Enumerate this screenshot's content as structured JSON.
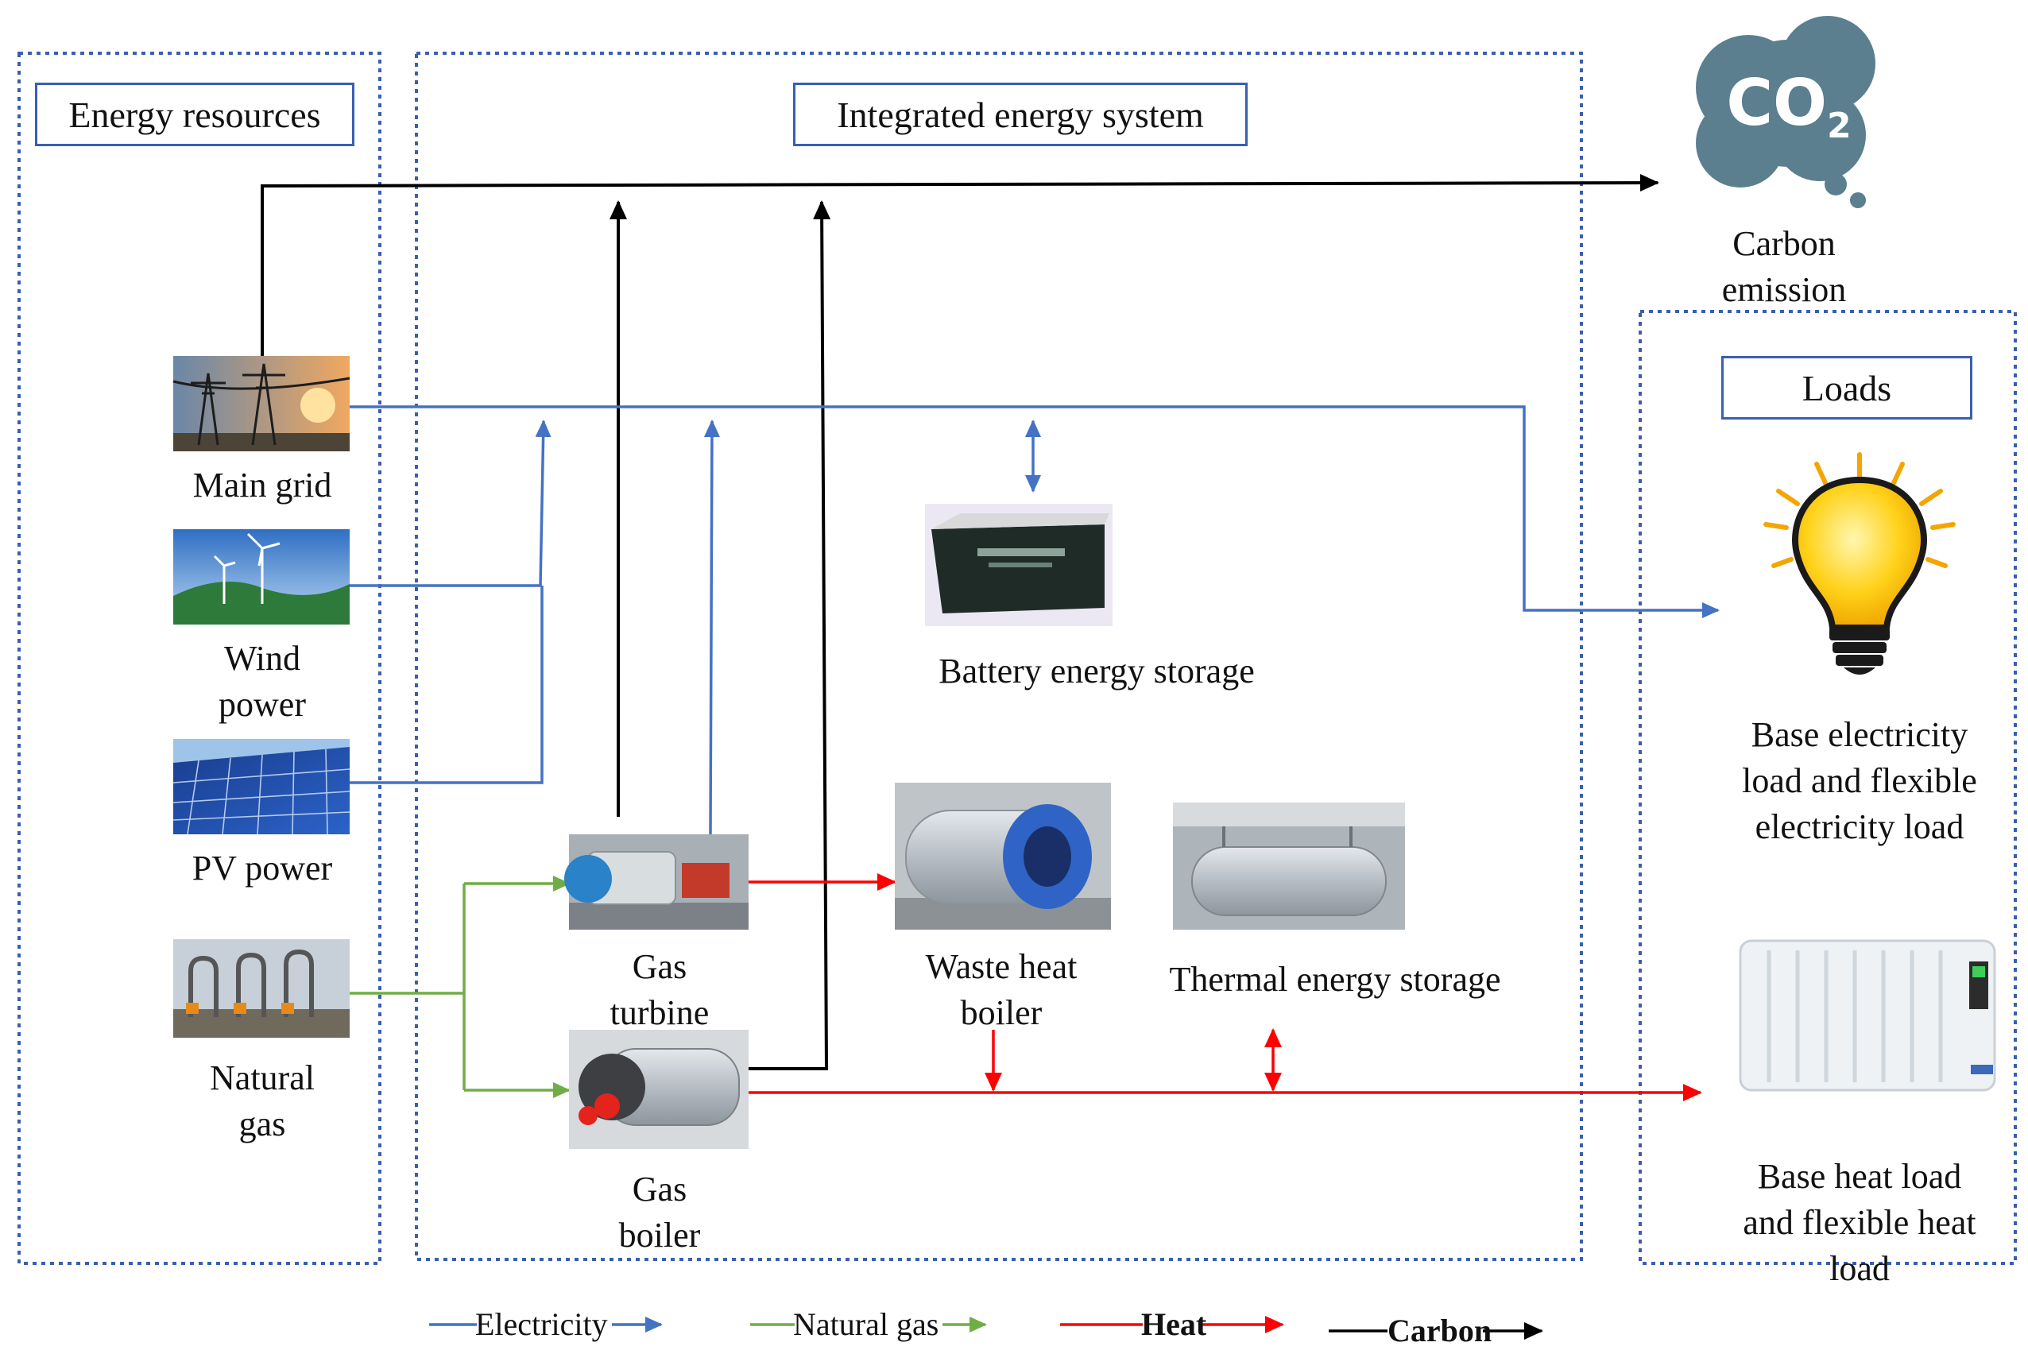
{
  "sections": {
    "energy_resources": "Energy resources",
    "integrated_energy_system": "Integrated energy system",
    "loads": "Loads"
  },
  "carbon": {
    "co2": "CO",
    "sub": "2",
    "label_line1": "Carbon",
    "label_line2": "emission"
  },
  "resources": {
    "main_grid": "Main grid",
    "wind_line1": "Wind",
    "wind_line2": "power",
    "pv": "PV power",
    "gas_line1": "Natural",
    "gas_line2": "gas"
  },
  "devices": {
    "battery": "Battery energy storage",
    "gas_turbine_line1": "Gas",
    "gas_turbine_line2": "turbine",
    "whb_line1": "Waste heat",
    "whb_line2": "boiler",
    "thermal": "Thermal energy storage",
    "gas_boiler_line1": "Gas",
    "gas_boiler_line2": "boiler"
  },
  "loads": {
    "elec_line1": "Base electricity",
    "elec_line2": "load and flexible",
    "elec_line3": "electricity load",
    "heat_line1": "Base heat load",
    "heat_line2": "and flexible heat",
    "heat_line3": "load"
  },
  "legend": {
    "electricity": "Electricity",
    "natural_gas": "Natural gas",
    "heat": "Heat",
    "carbon": "Carbon"
  },
  "colors": {
    "electricity": "#4472c4",
    "natural_gas": "#70ad47",
    "heat": "#ff0000",
    "carbon": "#000000",
    "frame": "#3a5fb0",
    "cloud": "#5b7f8e"
  }
}
